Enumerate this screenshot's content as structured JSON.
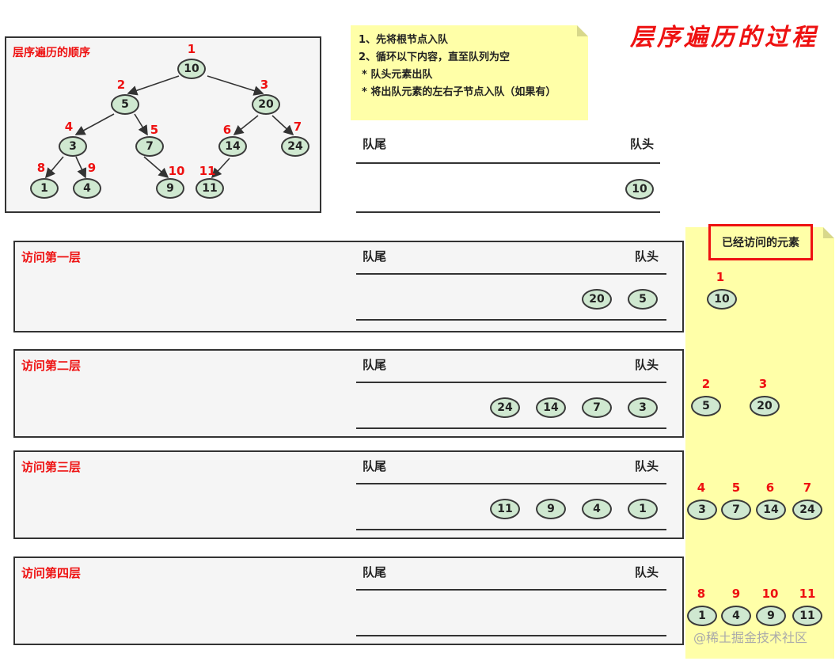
{
  "title": "层序遍历的过程",
  "tree_panel": {
    "label": "层序遍历的顺序",
    "nodes": [
      {
        "value": "10",
        "order": "1"
      },
      {
        "value": "5",
        "order": "2"
      },
      {
        "value": "20",
        "order": "3"
      },
      {
        "value": "3",
        "order": "4"
      },
      {
        "value": "7",
        "order": "5"
      },
      {
        "value": "14",
        "order": "6"
      },
      {
        "value": "24",
        "order": "7"
      },
      {
        "value": "1",
        "order": "8"
      },
      {
        "value": "4",
        "order": "9"
      },
      {
        "value": "9",
        "order": "10"
      },
      {
        "value": "11",
        "order": "11"
      }
    ]
  },
  "steps_note": {
    "line1": "1、先将根节点入队",
    "line2": "2、循环以下内容，直至队列为空",
    "line3": "* 队头元素出队",
    "line4": "* 将出队元素的左右子节点入队（如果有）"
  },
  "queue_labels": {
    "tail": "队尾",
    "head": "队头"
  },
  "initial_queue": [
    "10"
  ],
  "levels": [
    {
      "label": "访问第一层",
      "queue": [
        "20",
        "5"
      ],
      "visited": [
        {
          "order": "1",
          "value": "10"
        }
      ]
    },
    {
      "label": "访问第二层",
      "queue": [
        "24",
        "14",
        "7",
        "3"
      ],
      "visited": [
        {
          "order": "2",
          "value": "5"
        },
        {
          "order": "3",
          "value": "20"
        }
      ]
    },
    {
      "label": "访问第三层",
      "queue": [
        "11",
        "9",
        "4",
        "1"
      ],
      "visited": [
        {
          "order": "4",
          "value": "3"
        },
        {
          "order": "5",
          "value": "7"
        },
        {
          "order": "6",
          "value": "14"
        },
        {
          "order": "7",
          "value": "24"
        }
      ]
    },
    {
      "label": "访问第四层",
      "queue": [],
      "visited": [
        {
          "order": "8",
          "value": "1"
        },
        {
          "order": "9",
          "value": "4"
        },
        {
          "order": "10",
          "value": "9"
        },
        {
          "order": "11",
          "value": "11"
        }
      ]
    }
  ],
  "visited_title": "已经访问的元素",
  "watermark": "@稀土掘金技术社区"
}
